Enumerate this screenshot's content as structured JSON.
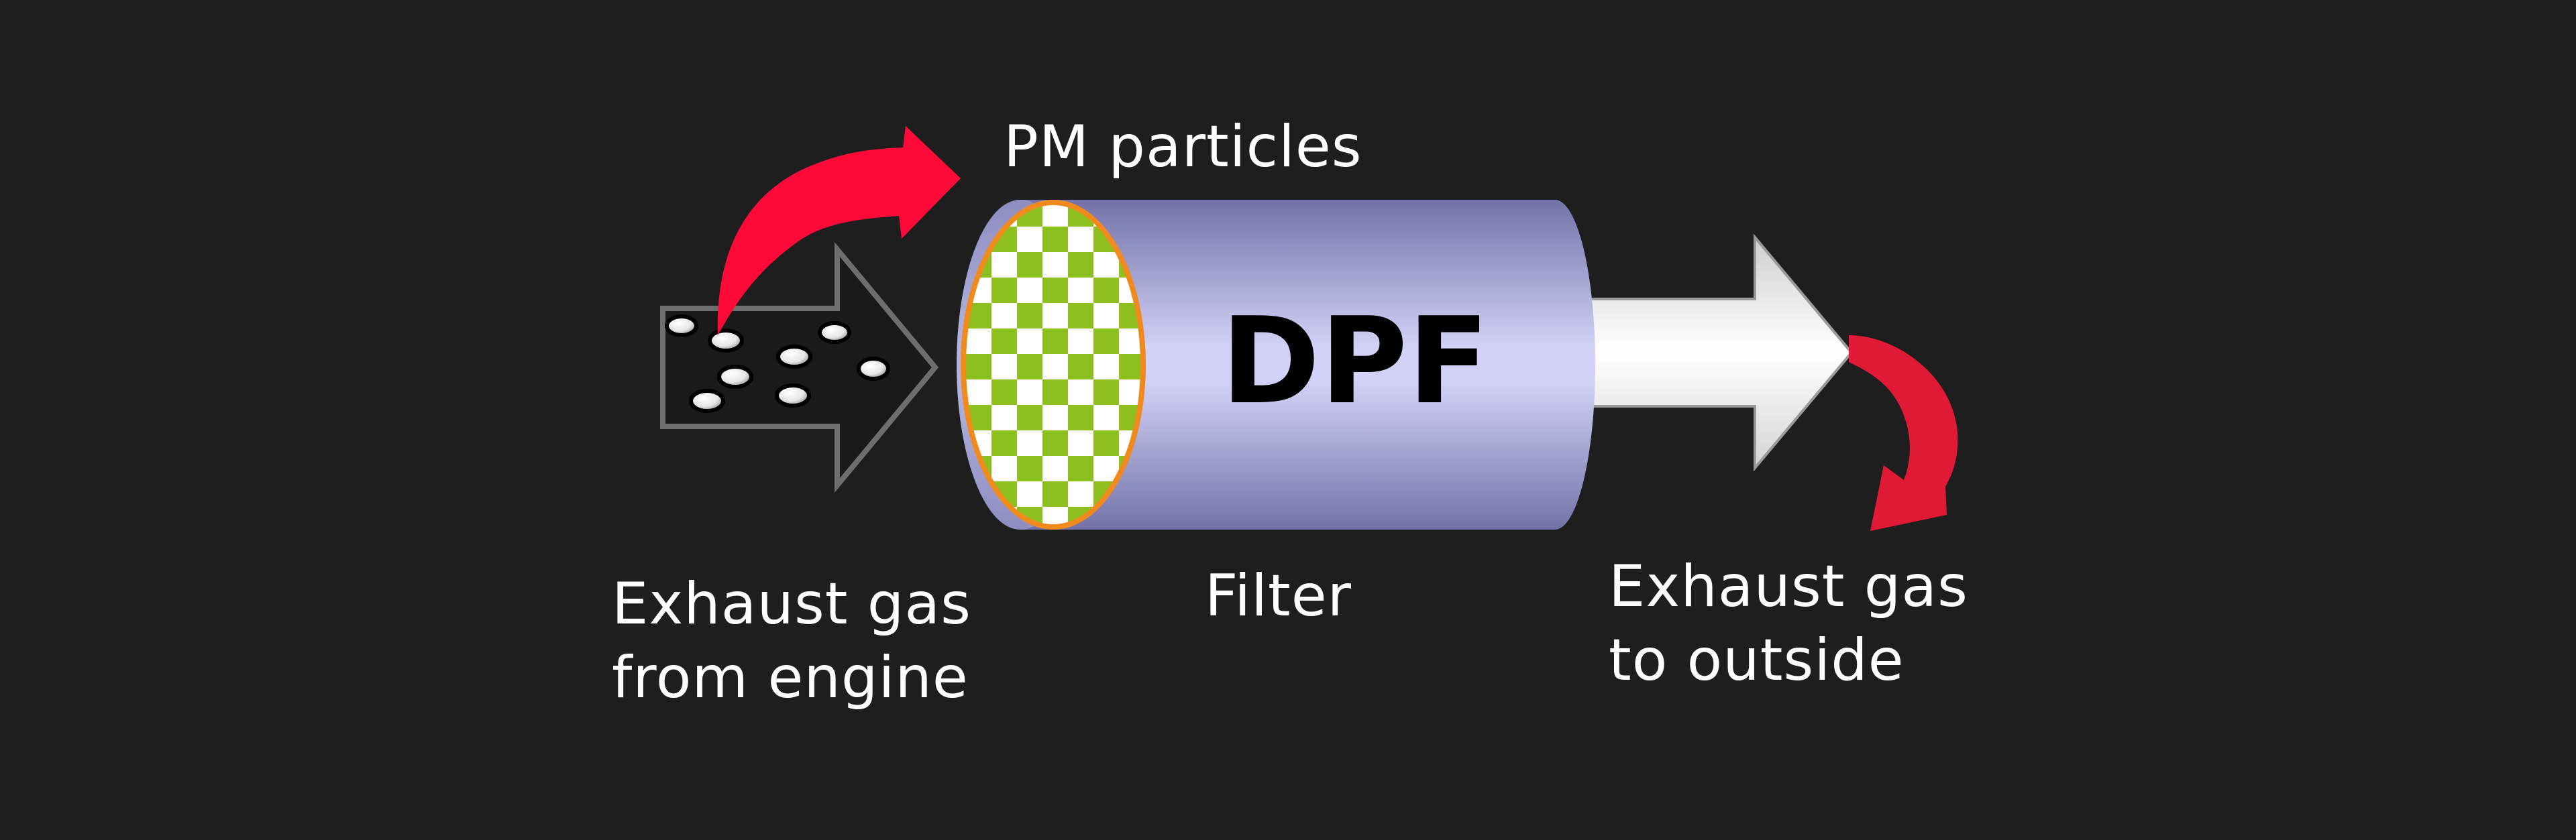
{
  "diagram": {
    "dpf_label": "DPF",
    "labels": {
      "pm_particles": "PM particles",
      "inlet_line1": "Exhaust gas",
      "inlet_line2": "from engine",
      "filter": "Filter",
      "outlet_line1": "Exhaust gas",
      "outlet_line2": "to outside"
    },
    "colors": {
      "background": "#1e1e1e",
      "inlet_arrow_fill": "#1a1a1a",
      "inlet_arrow_stroke": "#6e6e6e",
      "filter_body_light": "#d2d2f8",
      "filter_body_dark": "#7272a8",
      "filter_checker_green": "#8dc01f",
      "filter_checker_light": "#ffffff",
      "filter_rim": "#f08a1c",
      "outlet_arrow": "#ffffff",
      "pm_arrow": "#ff0a38",
      "outlet_curve_arrow": "#e01a35",
      "text": "#ffffff"
    },
    "icons": [
      "particle-dot",
      "curved-arrow",
      "block-arrow"
    ]
  }
}
